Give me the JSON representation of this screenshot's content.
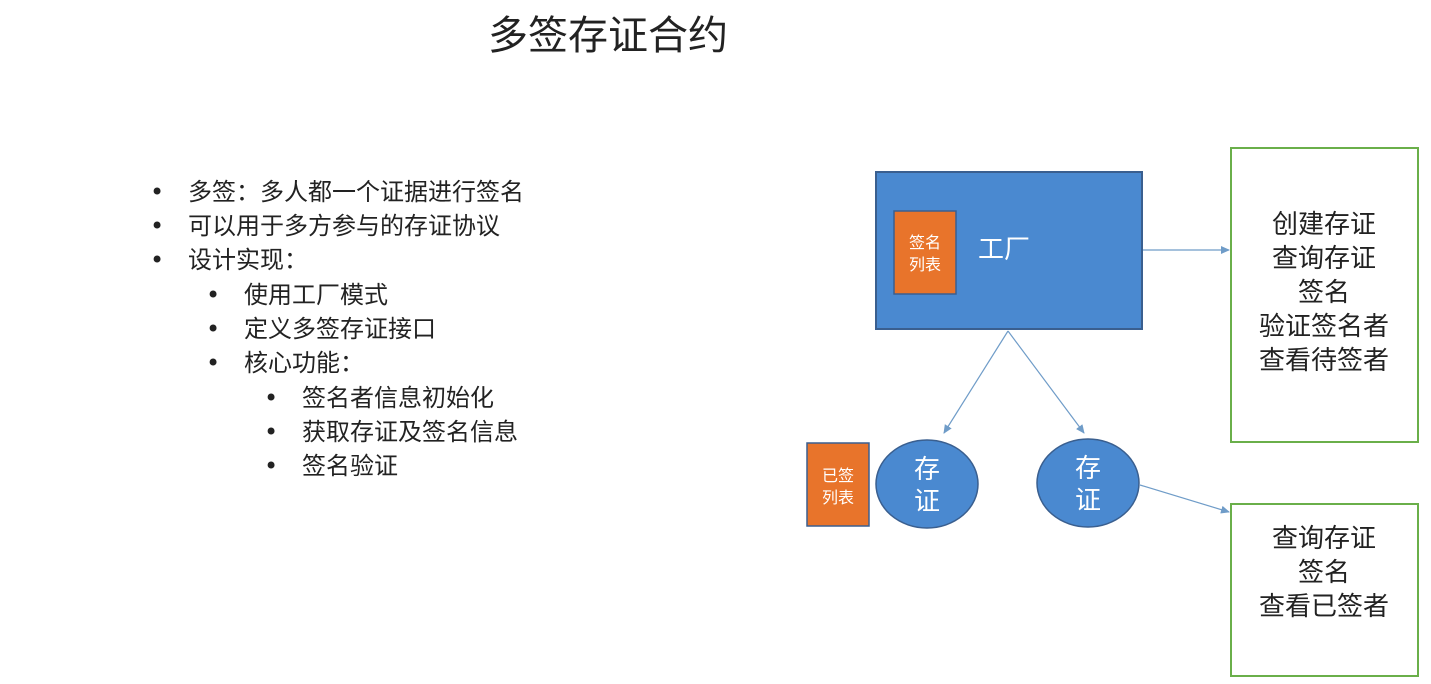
{
  "title": "多签存证合约",
  "bullets": [
    {
      "level": 1,
      "text": "多签：多人都一个证据进行签名"
    },
    {
      "level": 1,
      "text": "可以用于多方参与的存证协议"
    },
    {
      "level": 1,
      "text": "设计实现："
    },
    {
      "level": 2,
      "text": "使用工厂模式"
    },
    {
      "level": 2,
      "text": "定义多签存证接口"
    },
    {
      "level": 2,
      "text": "核心功能："
    },
    {
      "level": 3,
      "text": "签名者信息初始化"
    },
    {
      "level": 3,
      "text": "获取存证及签名信息"
    },
    {
      "level": 3,
      "text": "签名验证"
    }
  ],
  "bullet_glyph": "•",
  "diagram": {
    "factory": {
      "label": "工厂",
      "color": "#4a89d0",
      "border": "#3a5f8f"
    },
    "sign_list": {
      "line1": "签名",
      "line2": "列表",
      "color": "#e8742b"
    },
    "signed_list": {
      "line1": "已签",
      "line2": "列表",
      "color": "#e8742b"
    },
    "evidence_left": {
      "line1": "存",
      "line2": "证",
      "color": "#4a89d0"
    },
    "evidence_right": {
      "line1": "存",
      "line2": "证",
      "color": "#4a89d0"
    },
    "factory_functions": [
      "创建存证",
      "查询存证",
      "签名",
      "验证签名者",
      "查看待签者"
    ],
    "evidence_functions": [
      "查询存证",
      "签名",
      "查看已签者"
    ],
    "box_border_color": "#6aaf4a",
    "arrow_color": "#6f9cc8"
  }
}
